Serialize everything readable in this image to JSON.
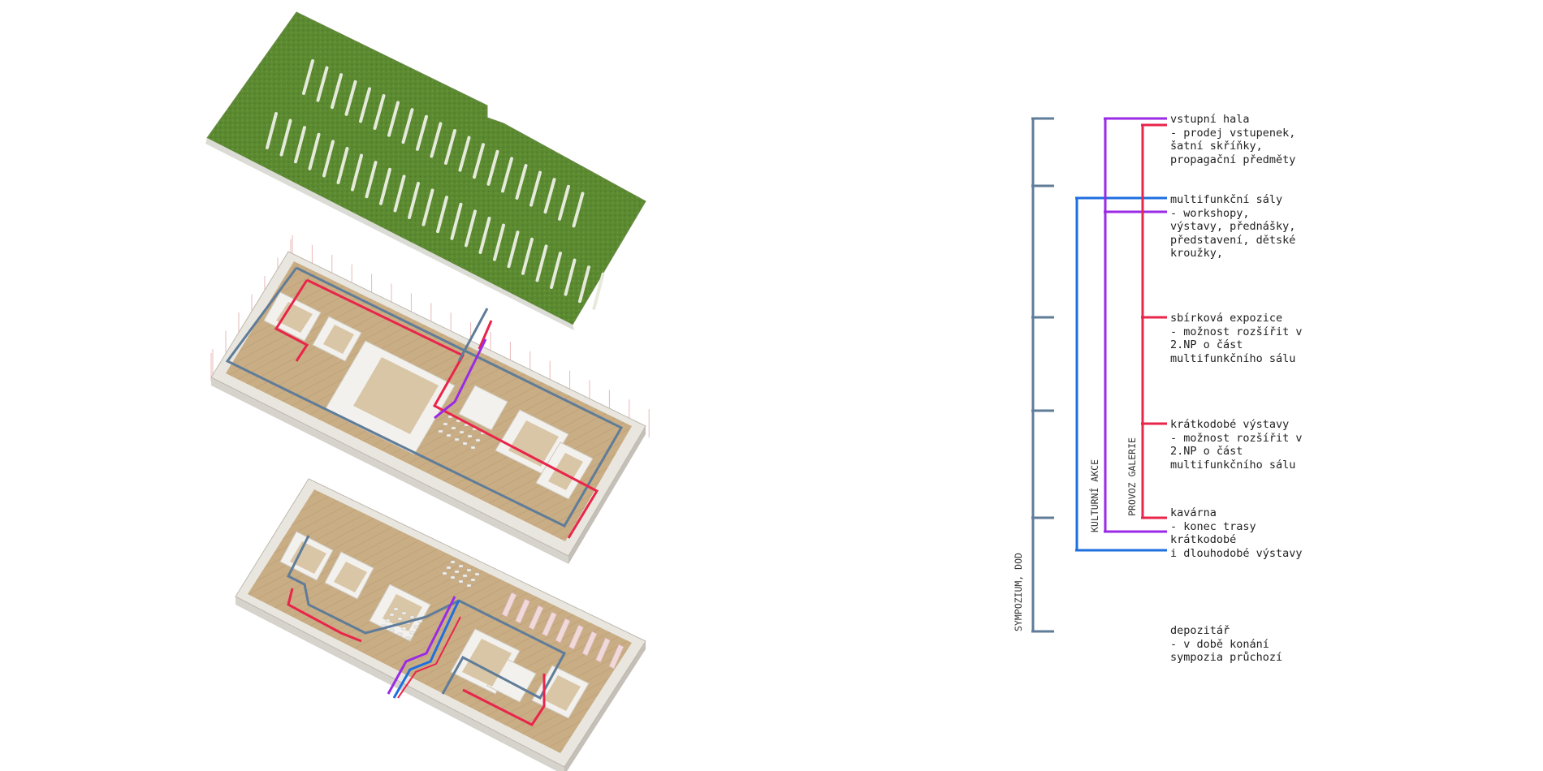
{
  "colors": {
    "background": "#ffffff",
    "symposium_route": "#5f7c99",
    "cultural_events_route": "#1e6fe0",
    "gallery_operation_route": "#9a2ae6",
    "exhibition_route": "#e8254a",
    "green_roof": "#5d8a33",
    "wood_floor": "#c8ad84",
    "wall": "#f2f0ec"
  },
  "diagram": {
    "vertical_labels": {
      "symposium": "SYMPOZIUM, DOD",
      "cultural_events": "KULTURNÍ AKCE",
      "gallery_operation": "PROVOZ GALERIE"
    },
    "items": [
      {
        "id": "vstupni-hala",
        "lines": [
          "vstupní hala",
          "- prodej vstupenek,",
          "šatní skříňky,",
          "propagační předměty"
        ]
      },
      {
        "id": "multifunkcni-saly",
        "lines": [
          "multifunkční sály",
          "- workshopy,",
          "výstavy, přednášky,",
          "představení, dětské",
          "kroužky,"
        ]
      },
      {
        "id": "sbirkova-expozice",
        "lines": [
          "sbírková expozice",
          "- možnost rozšířit v",
          "2.NP o část",
          "multifunkčního sálu"
        ]
      },
      {
        "id": "kratkodobe-vystavy",
        "lines": [
          "krátkodobé výstavy",
          "- možnost rozšířit v",
          "2.NP o část",
          "multifunkčního sálu"
        ]
      },
      {
        "id": "kavarna",
        "lines": [
          "kavárna",
          "- konec trasy",
          "krátkodobé",
          "i dlouhodobé výstavy"
        ]
      },
      {
        "id": "depozitar",
        "lines": [
          "depozitář",
          "- v době konání",
          "sympozia průchozí"
        ]
      }
    ]
  },
  "axonometry": {
    "levels": [
      {
        "id": "roof",
        "type": "green-roof"
      },
      {
        "id": "upper-floor",
        "type": "floor-plan"
      },
      {
        "id": "ground-floor",
        "type": "floor-plan"
      }
    ]
  }
}
